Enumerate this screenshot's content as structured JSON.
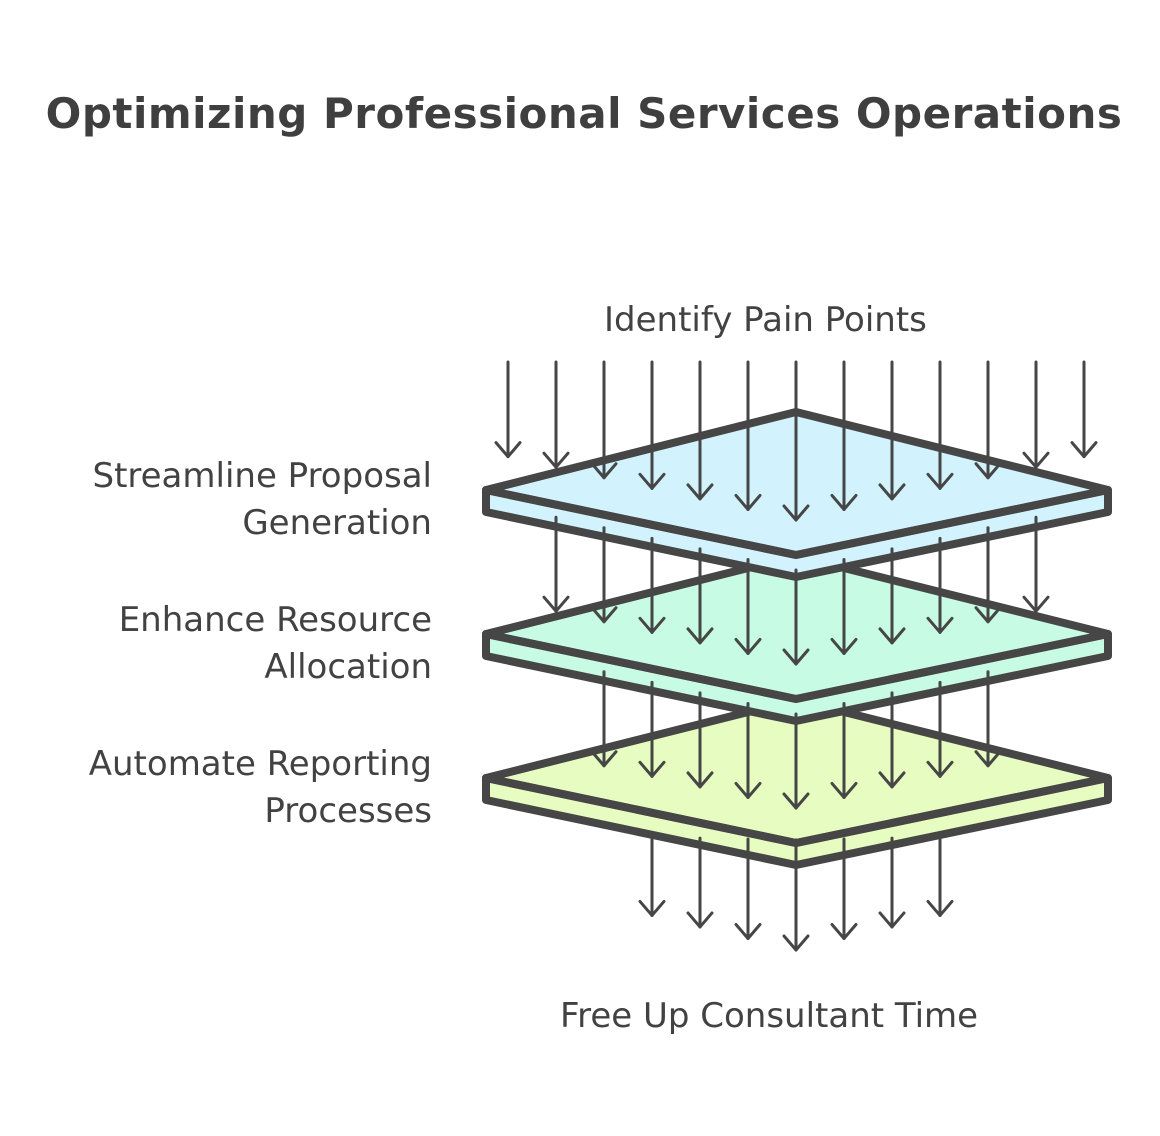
{
  "title": "Optimizing Professional Services Operations",
  "input_label": "Identify Pain Points",
  "output_label": "Free Up Consultant Time",
  "layers": [
    {
      "label": "Streamline Proposal Generation",
      "color": "#d2f3fd"
    },
    {
      "label": "Enhance Resource Allocation",
      "color": "#c8fbe4"
    },
    {
      "label": "Automate Reporting Processes",
      "color": "#e6fcc0"
    }
  ],
  "stroke_color": "#464646"
}
